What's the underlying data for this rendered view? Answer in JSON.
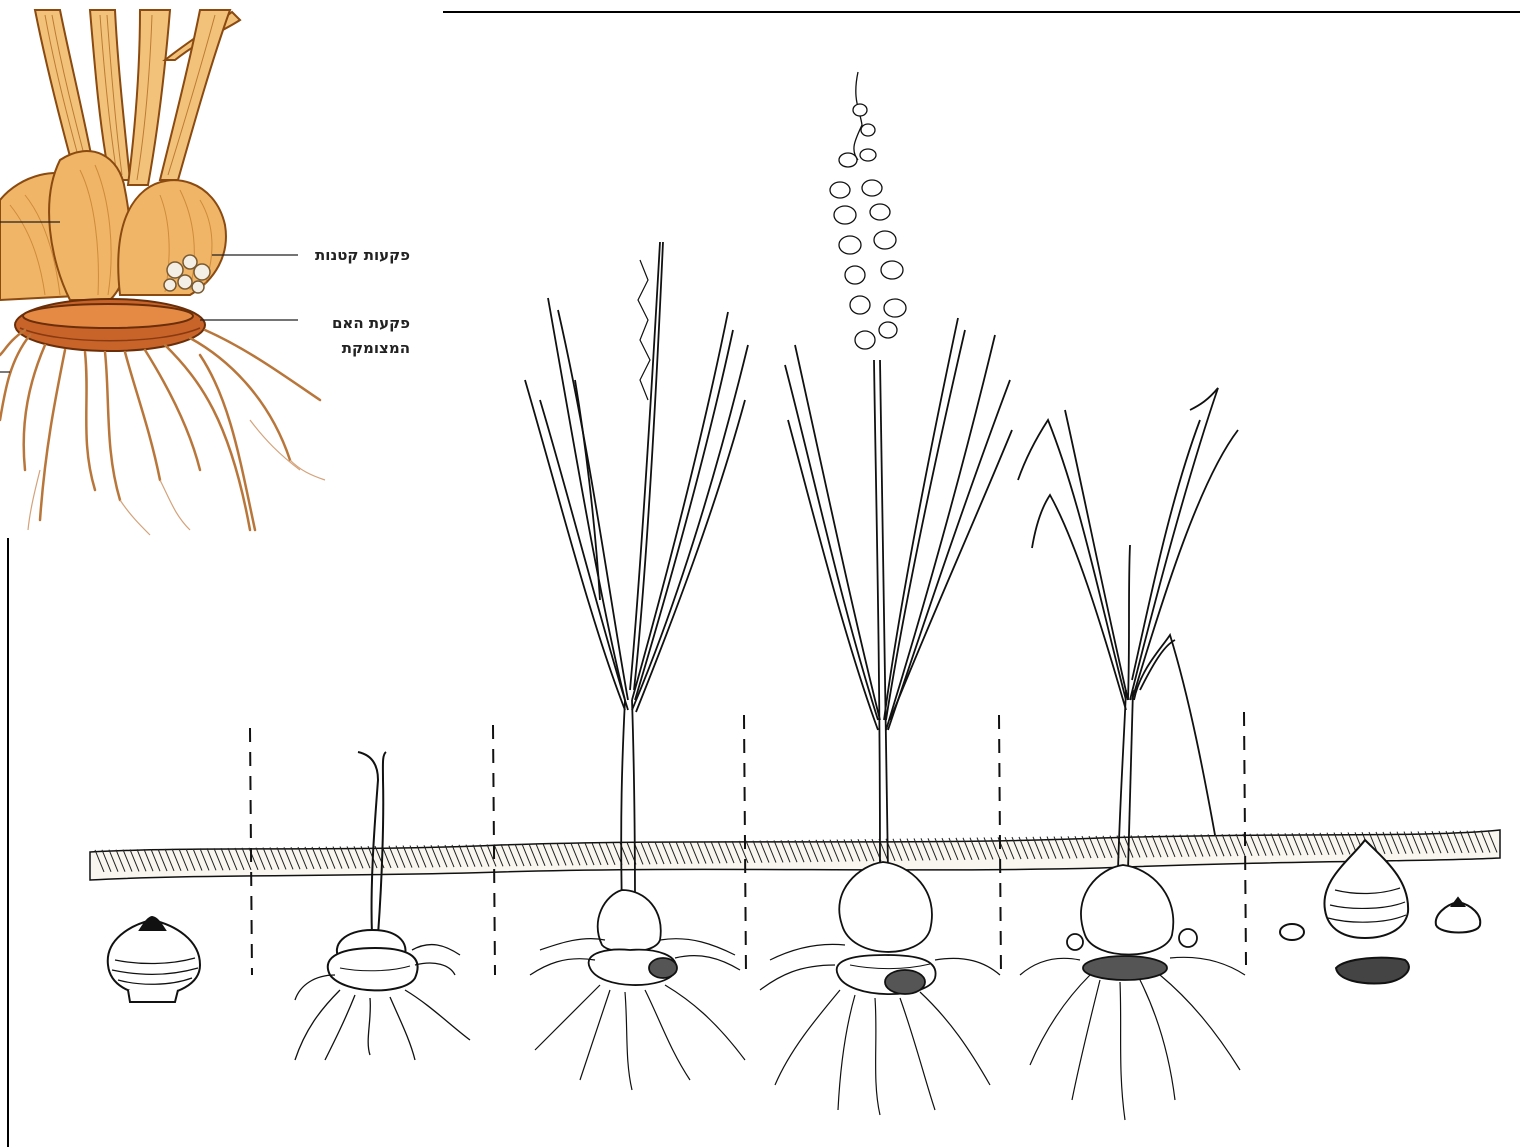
{
  "inset": {
    "labels": {
      "small_cormels": "פקעות קטנות",
      "mother_corm_line1": "פקעת האם",
      "mother_corm_line2": "המצומקת"
    },
    "colors": {
      "corm_fill": "#f0b567",
      "corm_stroke": "#8a4a10",
      "mother_corm": "#c8642a",
      "roots": "#b9763a"
    }
  },
  "main": {
    "stages": [
      "dormant-corm",
      "sprouting-corm",
      "leafing-plant",
      "flowering-plant",
      "withering-plant",
      "new-corms"
    ],
    "colors": {
      "ink": "#111111",
      "ground_fill": "#f8f6ef"
    }
  }
}
